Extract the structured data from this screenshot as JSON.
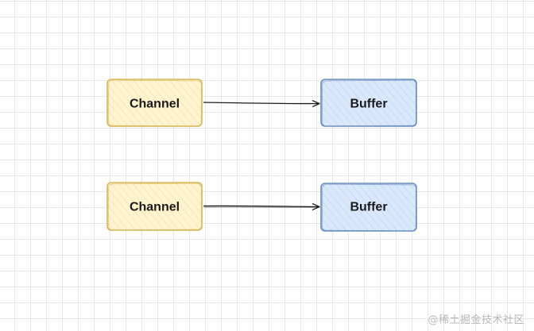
{
  "diagram": {
    "rows": [
      {
        "source": {
          "label": "Channel"
        },
        "target": {
          "label": "Buffer"
        }
      },
      {
        "source": {
          "label": "Channel"
        },
        "target": {
          "label": "Buffer"
        }
      }
    ]
  },
  "colors": {
    "channel_fill": "#fff4d1",
    "channel_stroke": "#d6b656",
    "buffer_fill": "#dae8fc",
    "buffer_stroke": "#6c8ebf",
    "arrow": "#1a1a1a"
  },
  "watermark": {
    "text": "@稀土掘金技术社区"
  }
}
